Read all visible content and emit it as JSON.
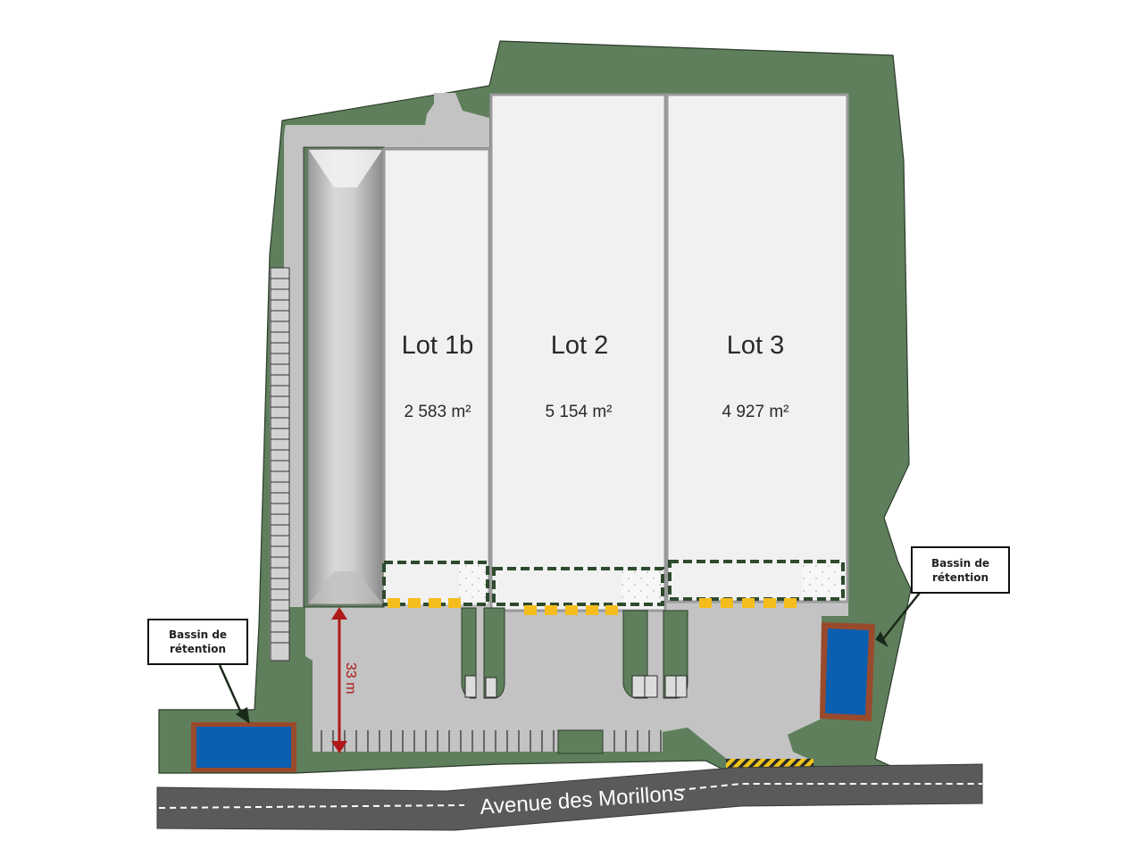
{
  "site_plan": {
    "lots": [
      {
        "name": "Lot 1b",
        "area": "2 583 m²"
      },
      {
        "name": "Lot 2",
        "area": "5 154 m²"
      },
      {
        "name": "Lot 3",
        "area": "4 927 m²"
      }
    ],
    "road": {
      "name": "Avenue des Morillons"
    },
    "dimension": {
      "label": "33 m"
    },
    "retention_basins": [
      {
        "line1": "Bassin de",
        "line2": "rétention",
        "position": "left"
      },
      {
        "line1": "Bassin de",
        "line2": "rétention",
        "position": "right"
      }
    ],
    "colors": {
      "green_space": "#5f7f5c",
      "paving": "#c3c3c3",
      "building": "#f1f1f1",
      "water": "#0a5fb0",
      "basin_border": "#9a4a2c",
      "loading_dock": "#f5bd1c",
      "road": "#5a5a5a",
      "dimension_arrow": "#b01818"
    }
  }
}
